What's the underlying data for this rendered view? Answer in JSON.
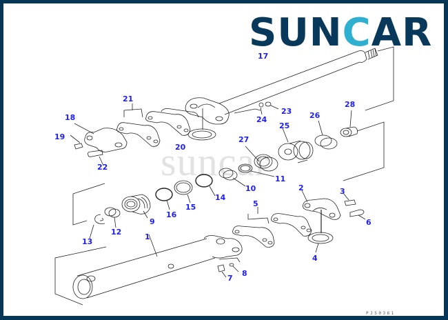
{
  "brand": {
    "logo_prefix": "SUN",
    "logo_c": "C",
    "logo_suffix": "AR",
    "watermark": "suncar",
    "colors": {
      "frame": "#053656",
      "logo_dark": "#08395a",
      "logo_accent": "#2fb0d0",
      "callout": "#1d1dff"
    }
  },
  "diagram": {
    "title": "Hydraulic cylinder exploded parts view",
    "drawing_code": "PJ50361",
    "callouts": [
      {
        "id": "1",
        "label": "1",
        "part": "cylinder-tube"
      },
      {
        "id": "2",
        "label": "2",
        "part": "clamp-cap"
      },
      {
        "id": "3",
        "label": "3",
        "part": "bolt"
      },
      {
        "id": "4",
        "label": "4",
        "part": "bushing"
      },
      {
        "id": "5",
        "label": "5",
        "part": "shims"
      },
      {
        "id": "6",
        "label": "6",
        "part": "bolt"
      },
      {
        "id": "7",
        "label": "7",
        "part": "grease-fitting"
      },
      {
        "id": "8",
        "label": "8",
        "part": "plug"
      },
      {
        "id": "9",
        "label": "9",
        "part": "cylinder-head"
      },
      {
        "id": "10",
        "label": "10",
        "part": "bushing"
      },
      {
        "id": "11",
        "label": "11",
        "part": "snap-ring"
      },
      {
        "id": "12",
        "label": "12",
        "part": "dust-seal"
      },
      {
        "id": "13",
        "label": "13",
        "part": "snap-ring"
      },
      {
        "id": "14",
        "label": "14",
        "part": "o-ring"
      },
      {
        "id": "15",
        "label": "15",
        "part": "backup-ring"
      },
      {
        "id": "16",
        "label": "16",
        "part": "o-ring"
      },
      {
        "id": "17",
        "label": "17",
        "part": "piston-rod"
      },
      {
        "id": "18",
        "label": "18",
        "part": "rod-end-cap"
      },
      {
        "id": "19",
        "label": "19",
        "part": "bolt"
      },
      {
        "id": "20",
        "label": "20",
        "part": "bushing"
      },
      {
        "id": "21",
        "label": "21",
        "part": "shims"
      },
      {
        "id": "22",
        "label": "22",
        "part": "bolt"
      },
      {
        "id": "23",
        "label": "23",
        "part": "plug"
      },
      {
        "id": "24",
        "label": "24",
        "part": "grease-fitting"
      },
      {
        "id": "25",
        "label": "25",
        "part": "piston"
      },
      {
        "id": "26",
        "label": "26",
        "part": "wear-ring"
      },
      {
        "id": "27",
        "label": "27",
        "part": "piston-ring"
      },
      {
        "id": "28",
        "label": "28",
        "part": "nut"
      }
    ]
  }
}
